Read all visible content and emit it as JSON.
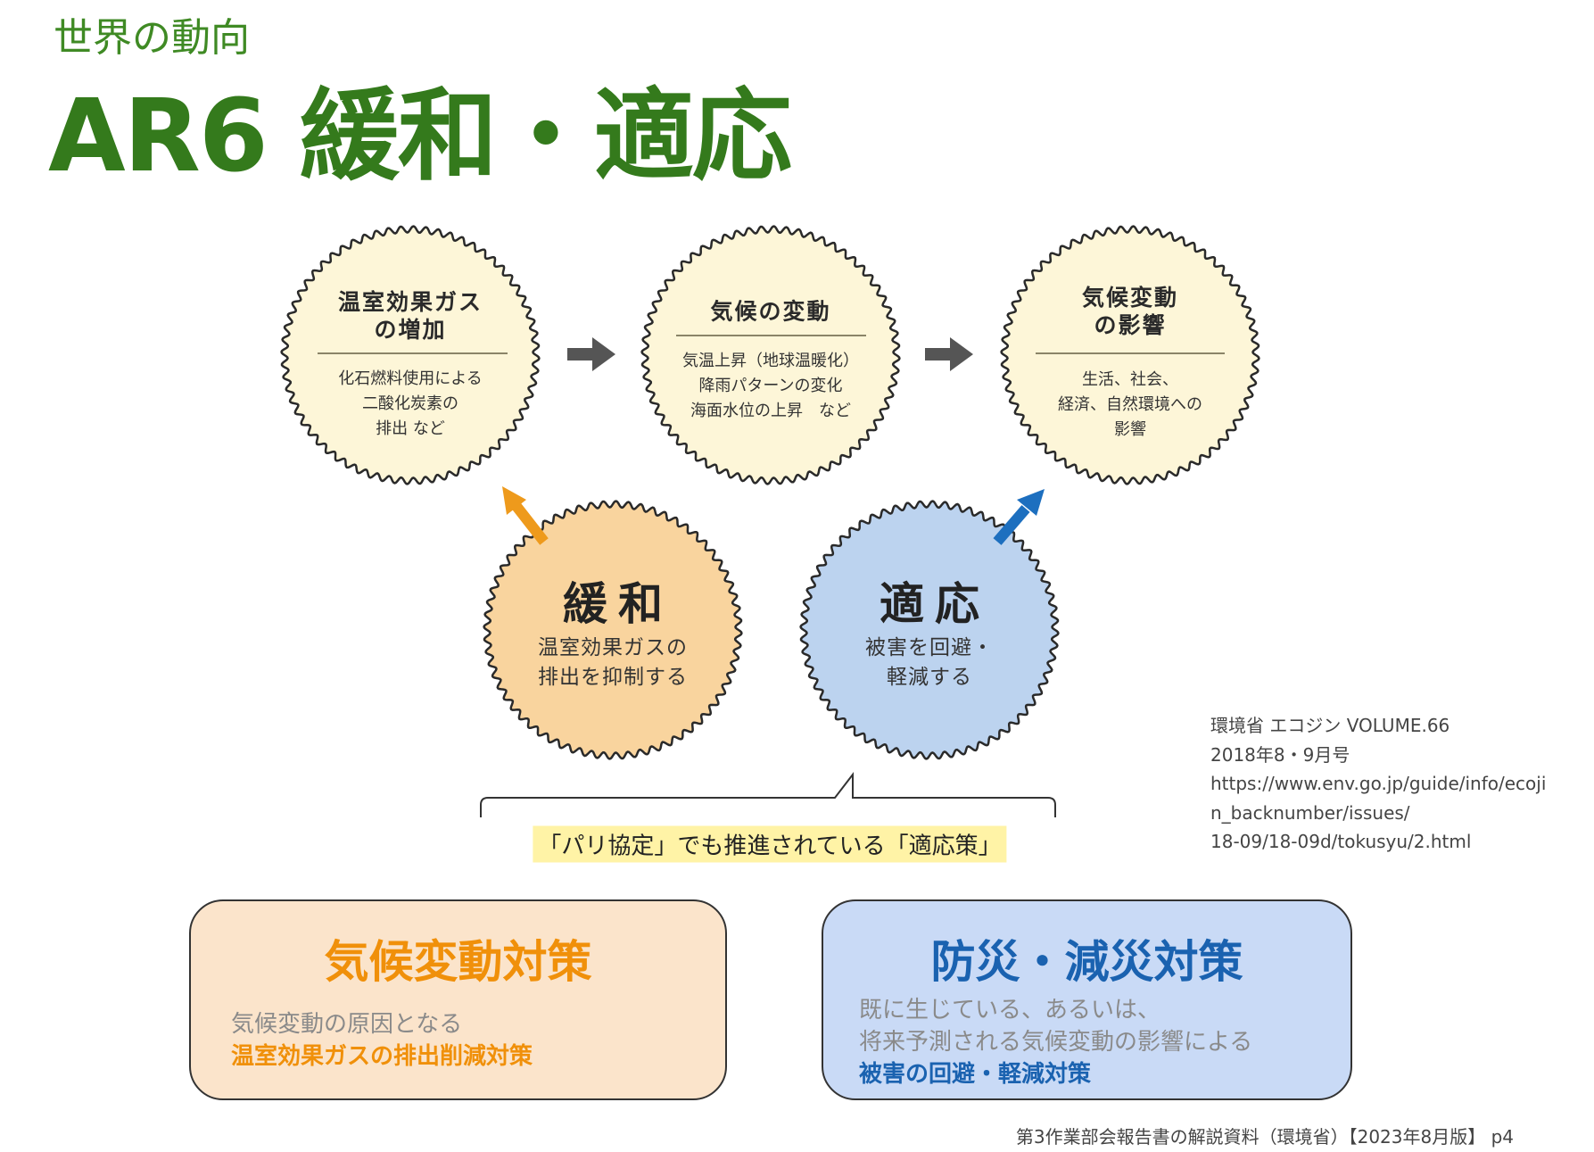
{
  "header": {
    "subtitle": "世界の動向",
    "title": "AR6 緩和・適応"
  },
  "circles": [
    {
      "title": [
        "温室効果ガス",
        "の増加"
      ],
      "body": [
        "化石燃料使用による",
        "二酸化炭素の",
        "排出 など"
      ]
    },
    {
      "title": [
        "気候の変動"
      ],
      "body": [
        "気温上昇（地球温暖化）",
        "降雨パターンの変化",
        "海面水位の上昇　など"
      ]
    },
    {
      "title": [
        "気候変動",
        "の影響"
      ],
      "body": [
        "生活、社会、",
        "経済、自然環境への",
        "影響"
      ]
    }
  ],
  "mitigation": {
    "title": "緩和",
    "body": [
      "温室効果ガスの",
      "排出を抑制する"
    ]
  },
  "adaptation": {
    "title": "適応",
    "body": [
      "被害を回避・",
      "軽減する"
    ]
  },
  "paris_note": "「パリ協定」でも推進されている「適応策」",
  "boxes": {
    "left": {
      "title": "気候変動対策",
      "body": "気候変動の原因となる",
      "highlight": "温室効果ガスの排出削減対策"
    },
    "right": {
      "title": "防災・減災対策",
      "body": [
        "既に生じている、あるいは、",
        "将来予測される気候変動の影響による"
      ],
      "highlight": "被害の回避・軽減対策"
    }
  },
  "citation": [
    "環境省 エコジン VOLUME.66",
    "2018年8・9月号",
    "https://www.env.go.jp/guide/info/ecoji",
    "n_backnumber/issues/",
    "18-09/18-09d/tokusyu/2.html"
  ],
  "footer": "第3作業部会報告書の解説資料（環境省）【2023年8月版】 p4",
  "colors": {
    "title_green": "#347a1c",
    "cream": "#fdf6d8",
    "orange_circle": "#f9d49e",
    "blue_circle": "#bcd3ef",
    "orange": "#f0900a",
    "blue": "#1a62b0",
    "arrow_gray": "#555555"
  }
}
